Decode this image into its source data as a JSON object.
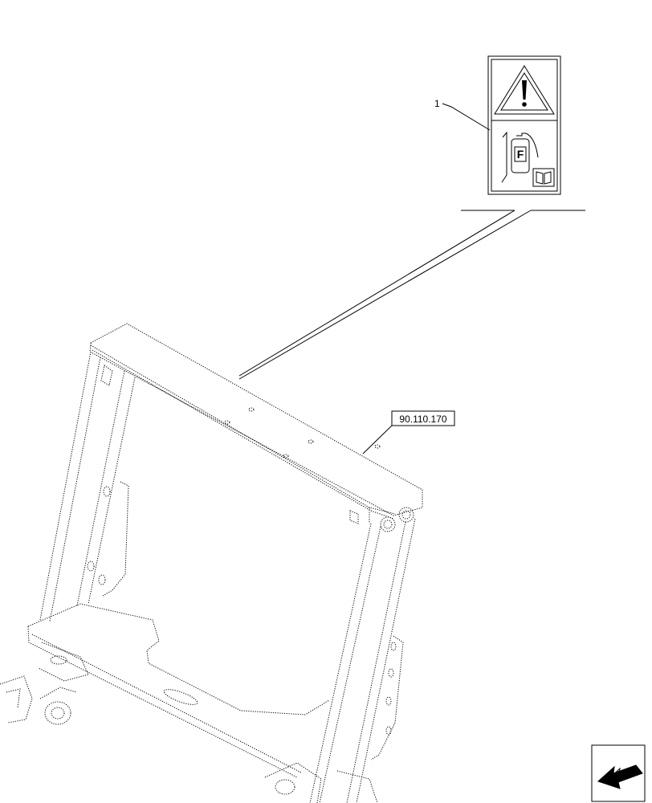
{
  "callouts": {
    "item_number": "1",
    "reference_code": "90.110.170",
    "decal_letter": "F"
  },
  "icons": {
    "warning": "warning-triangle-icon",
    "extinguisher": "fire-extinguisher-icon",
    "manual": "open-book-icon",
    "navigation": "arrow-next-icon"
  }
}
